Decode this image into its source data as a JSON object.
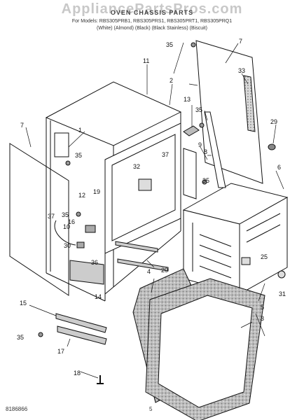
{
  "header": {
    "watermark": "AppliancePartsPros.com",
    "title": "OVEN CHASSIS PARTS",
    "models_line": "For Models: RBS305PRB1, RBS305PRS1, RBS305PRT1, RBS305PRQ1",
    "colors_line": "(White)   (Almond)   (Black)   (Black Stainless)   (Biscuit)"
  },
  "footer": {
    "code": "8186866",
    "page": "5"
  },
  "callouts": [
    "1",
    "2",
    "3",
    "4",
    "5",
    "6",
    "7",
    "7",
    "8",
    "9",
    "10",
    "11",
    "12",
    "13",
    "14",
    "15",
    "16",
    "17",
    "18",
    "19",
    "20",
    "25",
    "29",
    "30",
    "31",
    "32",
    "33",
    "35",
    "35",
    "35",
    "35",
    "35",
    "35",
    "36",
    "37",
    "37"
  ]
}
